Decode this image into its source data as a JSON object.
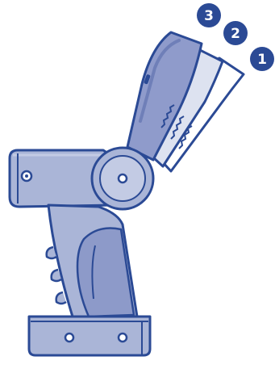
{
  "diagram": {
    "positions": [
      {
        "label": "1"
      },
      {
        "label": "2"
      },
      {
        "label": "3"
      }
    ],
    "colors": {
      "outline": "#2b4a95",
      "body_fill": "#aab5d7",
      "body_shade": "#8d9ac9",
      "body_light": "#c3cbe4",
      "blade_1_fill": "#ffffff",
      "blade_2_fill": "#dde2f0",
      "blade_3_fill": "#8f9bcb",
      "badge_fill": "#2b4a95",
      "badge_text": "#ffffff"
    }
  }
}
